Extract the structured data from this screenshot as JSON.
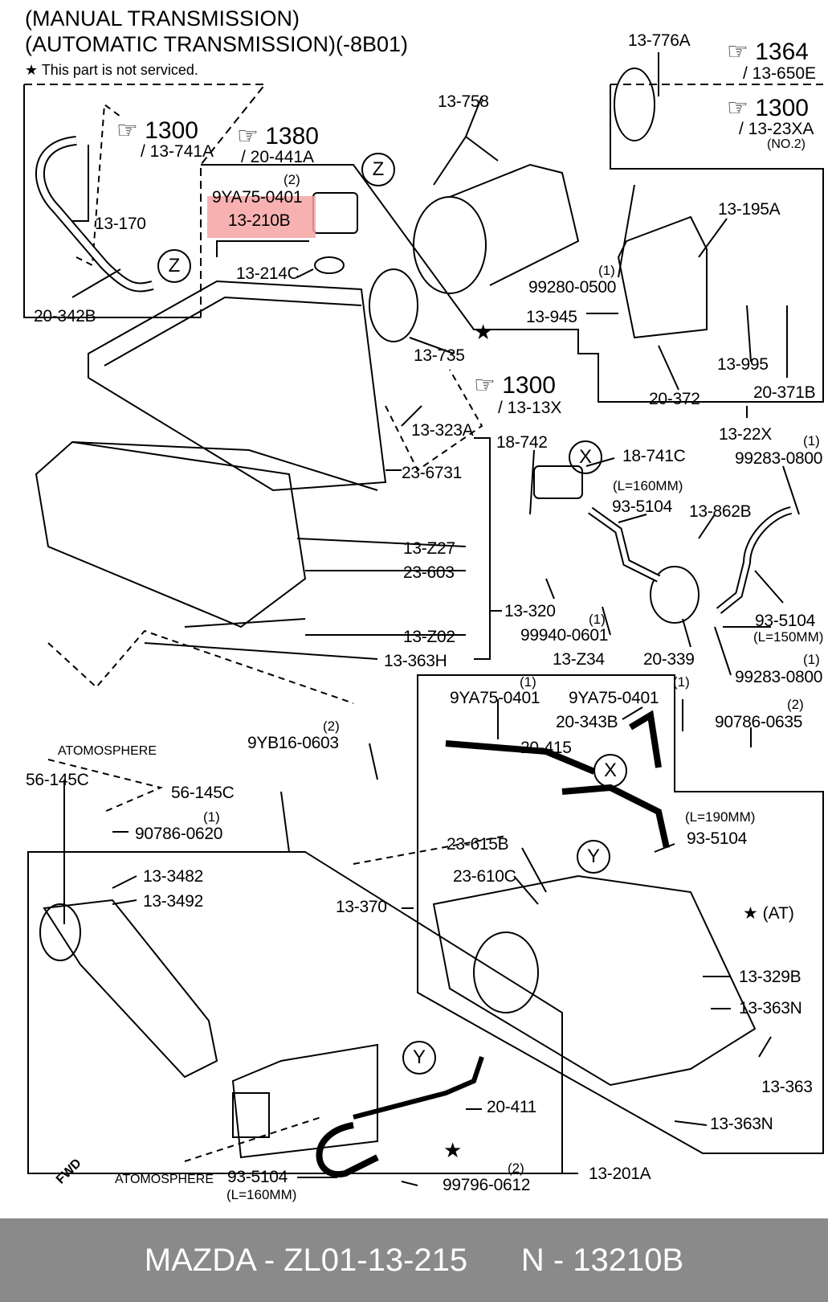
{
  "header": {
    "line1": "(MANUAL TRANSMISSION)",
    "line2": "(AUTOMATIC TRANSMISSION)(-8B01)",
    "note": "★ This part is not serviced."
  },
  "refs": [
    {
      "id": "r1300a",
      "num": "☞ 1300",
      "sub": "/ 13-741A"
    },
    {
      "id": "r1380",
      "num": "☞ 1380",
      "sub": "/ 20-441A"
    },
    {
      "id": "r1364",
      "num": "☞ 1364",
      "sub": "/ 13-650E"
    },
    {
      "id": "r1300b",
      "num": "☞ 1300",
      "sub": "/ 13-23XA",
      "extra": "(NO.2)"
    },
    {
      "id": "r1300c",
      "num": "☞ 1300",
      "sub": "/ 13-13X"
    }
  ],
  "labels": {
    "p13_776A": "13-776A",
    "p13_758": "13-758",
    "p9YA75_0401_top": "9YA75-0401",
    "p13_210B": "13-210B",
    "p13_214C": "13-214C",
    "p13_170": "13-170",
    "p20_342B": "20-342B",
    "p13_195A": "13-195A",
    "p99280_0500": "99280-0500",
    "p13_945": "13-945",
    "p13_995": "13-995",
    "p20_371B": "20-371B",
    "p20_372": "20-372",
    "p13_735": "13-735",
    "p13_22X": "13-22X",
    "p13_323A": "13-323A",
    "p23_6731": "23-6731",
    "p13_Z27": "13-Z27",
    "p23_603": "23-603",
    "p13_Z02": "13-Z02",
    "p13_363H": "13-363H",
    "p18_742": "18-742",
    "p18_741C": "18-741C",
    "p93_5104_a": "93-5104",
    "p13_862B": "13-862B",
    "p99283_0800_a": "99283-0800",
    "p13_320": "13-320",
    "p99940_0601": "99940-0601",
    "p13_Z34": "13-Z34",
    "p20_339": "20-339",
    "p93_5104_b": "93-5104",
    "p99283_0800_b": "99283-0800",
    "p9YA75_0401_l": "9YA75-0401",
    "p9YA75_0401_r": "9YA75-0401",
    "p20_343B": "20-343B",
    "p20_415": "20-415",
    "p90786_0635": "90786-0635",
    "p9YB16_0603": "9YB16-0603",
    "p56_145C_a": "56-145C",
    "p56_145C_b": "56-145C",
    "p90786_0620": "90786-0620",
    "p13_3482": "13-3482",
    "p13_3492": "13-3492",
    "p93_5104_c": "93-5104",
    "p23_615B": "23-615B",
    "p23_610C": "23-610C",
    "p13_370": "13-370",
    "p13_329B": "13-329B",
    "p13_363N_a": "13-363N",
    "p13_363": "13-363",
    "p13_363N_b": "13-363N",
    "p20_411": "20-411",
    "p93_5104_d": "93-5104",
    "p99796_0612": "99796-0612",
    "p13_201A": "13-201A"
  },
  "quantities": {
    "q9YA75_top": "(2)",
    "q99280": "(1)",
    "q99283_a": "(1)",
    "q99940": "(1)",
    "q99283_b": "(1)",
    "q9YA75_l": "(1)",
    "q9YA75_r": "(1)",
    "q90786_0635": "(2)",
    "q9YB16": "(2)",
    "q90786_0620": "(1)",
    "q99796": "(2)"
  },
  "notes": {
    "l160a": "(L=160MM)",
    "l150": "(L=150MM)",
    "l190": "(L=190MM)",
    "l160b": "(L=160MM)",
    "atmo1": "ATOMOSPHERE",
    "atmo2": "ATOMOSPHERE",
    "at": "★ (AT)",
    "star1": "★",
    "star2": "★",
    "fwd": "FWD"
  },
  "circles": {
    "z1": "Z",
    "z2": "Z",
    "x1": "X",
    "x2": "X",
    "y1": "Y",
    "y2": "Y"
  },
  "footer": {
    "brand": "MAZDA - ZL01-13-215",
    "code": "N - 13210B"
  },
  "highlight_color": "#f7a3a3"
}
